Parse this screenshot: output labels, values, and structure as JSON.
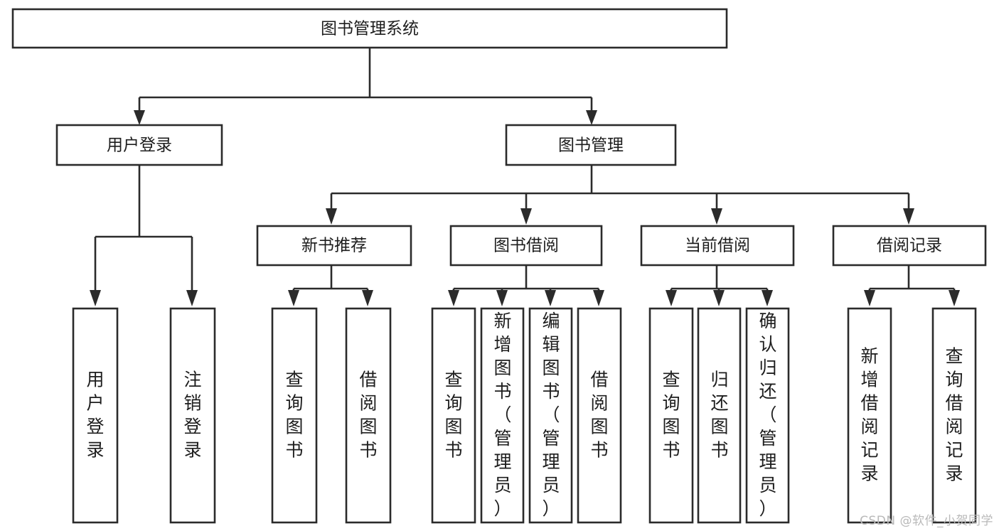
{
  "diagram": {
    "title": "图书管理系统",
    "type": "hierarchy-tree",
    "watermark": "CSDN @软件_小贺同学",
    "colors": {
      "stroke": "#2b2b2b",
      "fill": "#ffffff",
      "text": "#1d1d1d",
      "watermark": "#b9b9b9"
    },
    "levels": {
      "root": {
        "label": "图书管理系统",
        "orientation": "horizontal"
      },
      "level2": [
        {
          "label": "用户登录",
          "orientation": "horizontal"
        },
        {
          "label": "图书管理",
          "orientation": "horizontal"
        }
      ],
      "level3": [
        {
          "label": "新书推荐",
          "orientation": "horizontal"
        },
        {
          "label": "图书借阅",
          "orientation": "horizontal"
        },
        {
          "label": "当前借阅",
          "orientation": "horizontal"
        },
        {
          "label": "借阅记录",
          "orientation": "horizontal"
        }
      ],
      "leaves": {
        "user_login": [
          {
            "lines": [
              "用",
              "户",
              "登",
              "录"
            ],
            "text": "用户登录"
          },
          {
            "lines": [
              "注",
              "销",
              "登",
              "录"
            ],
            "text": "注销登录"
          }
        ],
        "new_book_recommend": [
          {
            "lines": [
              "查",
              "询",
              "图",
              "书"
            ],
            "text": "查询图书"
          },
          {
            "lines": [
              "借",
              "阅",
              "图",
              "书"
            ],
            "text": "借阅图书"
          }
        ],
        "book_borrow": [
          {
            "lines": [
              "查",
              "询",
              "图",
              "书"
            ],
            "text": "查询图书"
          },
          {
            "lines": [
              "新",
              "增",
              "图",
              "书",
              "（",
              "管",
              "理",
              "员",
              "）"
            ],
            "text": "新增图书（管理员）"
          },
          {
            "lines": [
              "编",
              "辑",
              "图",
              "书",
              "（",
              "管",
              "理",
              "员",
              "）"
            ],
            "text": "编辑图书（管理员）"
          },
          {
            "lines": [
              "借",
              "阅",
              "图",
              "书"
            ],
            "text": "借阅图书"
          }
        ],
        "current_borrow": [
          {
            "lines": [
              "查",
              "询",
              "图",
              "书"
            ],
            "text": "查询图书"
          },
          {
            "lines": [
              "归",
              "还",
              "图",
              "书"
            ],
            "text": "归还图书"
          },
          {
            "lines": [
              "确",
              "认",
              "归",
              "还",
              "（",
              "管",
              "理",
              "员",
              "）"
            ],
            "text": "确认归还（管理员）"
          }
        ],
        "borrow_record": [
          {
            "lines": [
              "新",
              "增",
              "借",
              "阅",
              "记",
              "录"
            ],
            "text": "新增借阅记录"
          },
          {
            "lines": [
              "查",
              "询",
              "借",
              "阅",
              "记",
              "录"
            ],
            "text": "查询借阅记录"
          }
        ]
      }
    }
  }
}
